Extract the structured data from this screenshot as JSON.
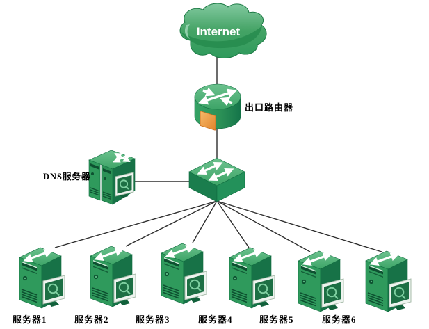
{
  "diagram": {
    "type": "network-topology",
    "background": "#ffffff",
    "wire_color": "#2e2e2e",
    "palette": {
      "green_light": "#5ab67e",
      "green_mid": "#2f9a5c",
      "green_dark": "#177247",
      "green_deep": "#0d5030",
      "screen_green": "#1d6f44",
      "orange": "#f2a04b",
      "arrow_white": "#ffffff",
      "label_color": "#000000"
    },
    "nodes": {
      "internet": {
        "id": "internet",
        "label": "Internet",
        "icon": "cloud-icon"
      },
      "router": {
        "id": "router",
        "label": "出口路由器",
        "icon": "router-icon"
      },
      "switch": {
        "id": "switch",
        "icon": "switch-icon"
      },
      "dns": {
        "id": "dns",
        "label": "DNS服务器",
        "icon": "server-group-icon"
      },
      "servers": [
        {
          "id": "server-1",
          "label": "服务器1",
          "icon": "server-tower-icon"
        },
        {
          "id": "server-2",
          "label": "服务器2",
          "icon": "server-tower-icon"
        },
        {
          "id": "server-3",
          "label": "服务器3",
          "icon": "server-tower-icon"
        },
        {
          "id": "server-4",
          "label": "服务器4",
          "icon": "server-tower-icon"
        },
        {
          "id": "server-5",
          "label": "服务器5",
          "icon": "server-tower-icon"
        },
        {
          "id": "server-6",
          "label": "服务器6",
          "icon": "server-tower-icon"
        }
      ]
    },
    "edges": [
      {
        "from": "internet",
        "to": "router"
      },
      {
        "from": "router",
        "to": "switch"
      },
      {
        "from": "dns",
        "to": "switch"
      },
      {
        "from": "switch",
        "to": "server-1"
      },
      {
        "from": "switch",
        "to": "server-2"
      },
      {
        "from": "switch",
        "to": "server-3"
      },
      {
        "from": "switch",
        "to": "server-4"
      },
      {
        "from": "switch",
        "to": "server-5"
      },
      {
        "from": "switch",
        "to": "server-6"
      }
    ]
  }
}
